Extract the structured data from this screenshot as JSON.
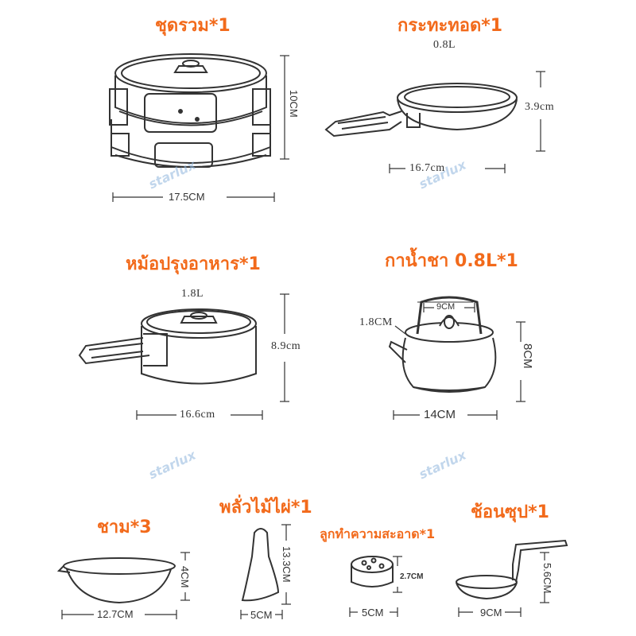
{
  "sections": {
    "set": {
      "title": "ชุดรวม*1",
      "height": "10CM",
      "width": "17.5CM"
    },
    "pan": {
      "title": "กระทะทอด*1",
      "capacity": "0.8L",
      "height": "3.9cm",
      "width": "16.7cm"
    },
    "pot": {
      "title": "หม้อปรุงอาหาร*1",
      "capacity": "1.8L",
      "height": "8.9cm",
      "width": "16.6cm"
    },
    "kettle": {
      "title": "กาน้ำชา 0.8L*1",
      "handle": "9CM",
      "spout": "1.8CM",
      "height": "8CM",
      "width": "14CM"
    },
    "bowl": {
      "title": "ชาม*3",
      "height": "4CM",
      "width": "12.7CM"
    },
    "spatula": {
      "title": "พลั่วไม้ไผ่*1",
      "height": "13.3CM",
      "width": "5CM"
    },
    "sponge": {
      "title": "ลูกทำความสะอาด*1",
      "height": "2.7CM",
      "width": "5CM"
    },
    "ladle": {
      "title": "ช้อนซุป*1",
      "height": "5.6CM",
      "width": "9CM"
    }
  },
  "watermark": "starlux",
  "colors": {
    "title": "#f26a1b",
    "line": "#333333",
    "watermark": "#8fb6dd"
  }
}
